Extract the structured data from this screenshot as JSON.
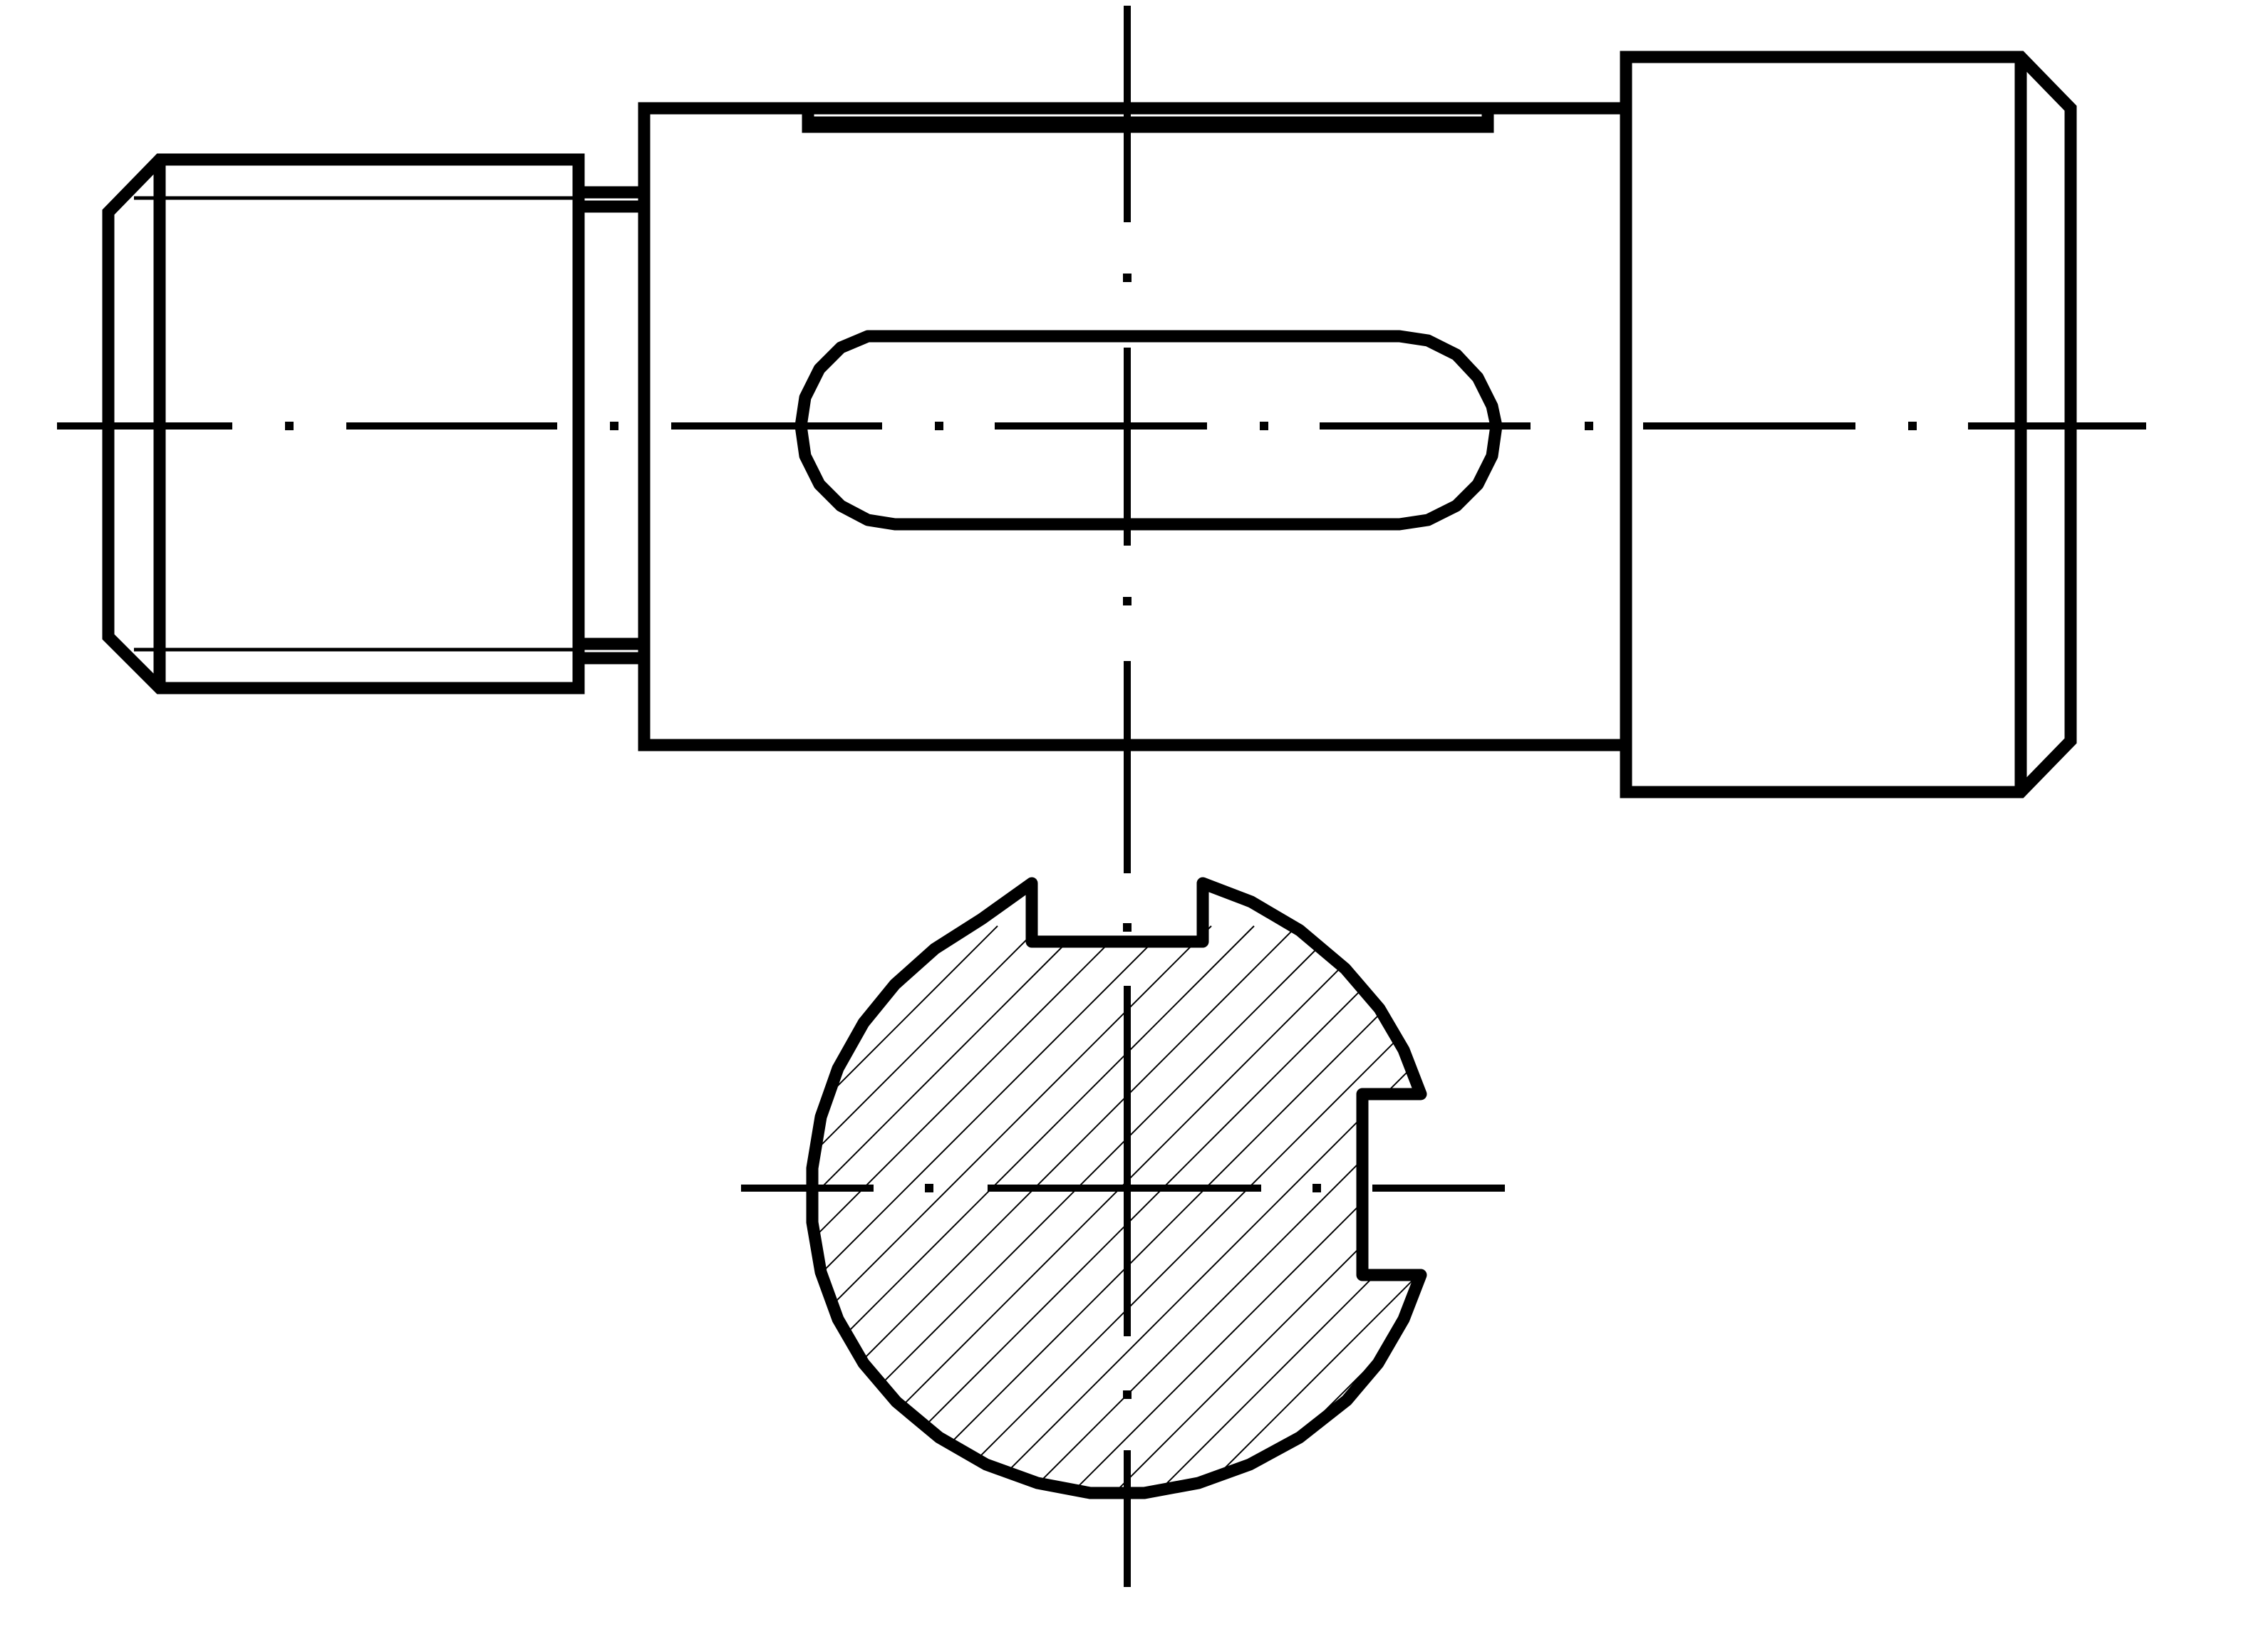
{
  "drawing": {
    "kind": "technical-drawing",
    "views": [
      "front-view",
      "cross-section"
    ],
    "line_color": "#000000",
    "background_color": "#ffffff",
    "hatch_pattern": "diagonal-45"
  }
}
